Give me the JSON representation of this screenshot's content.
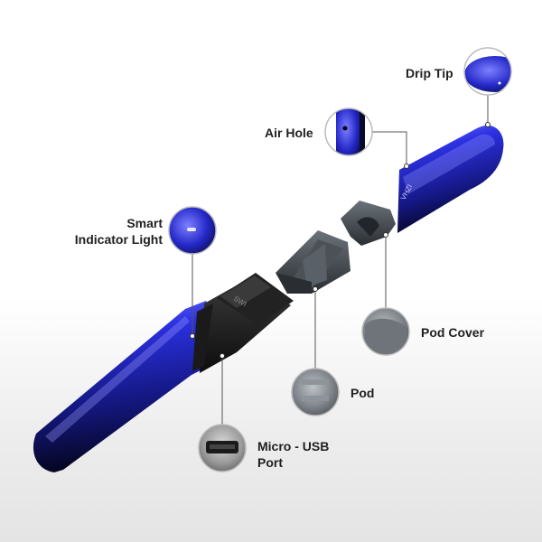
{
  "callouts": {
    "drip_tip": "Drip Tip",
    "air_hole": "Air Hole",
    "smart_indicator_line1": "Smart",
    "smart_indicator_line2": "Indicator Light",
    "pod_cover": "Pod Cover",
    "pod": "Pod",
    "micro_usb_line1": "Micro - USB",
    "micro_usb_line2": "Port"
  },
  "engravings": {
    "drip_tip_mark": "VHZI",
    "body_mark": "SWI"
  },
  "colors": {
    "device_blue": "#2a2fd6",
    "device_dark": "#0b0b3a",
    "pod_grey": "#3c4147",
    "leader_line": "#555555",
    "label_text": "#1f1f1f"
  }
}
